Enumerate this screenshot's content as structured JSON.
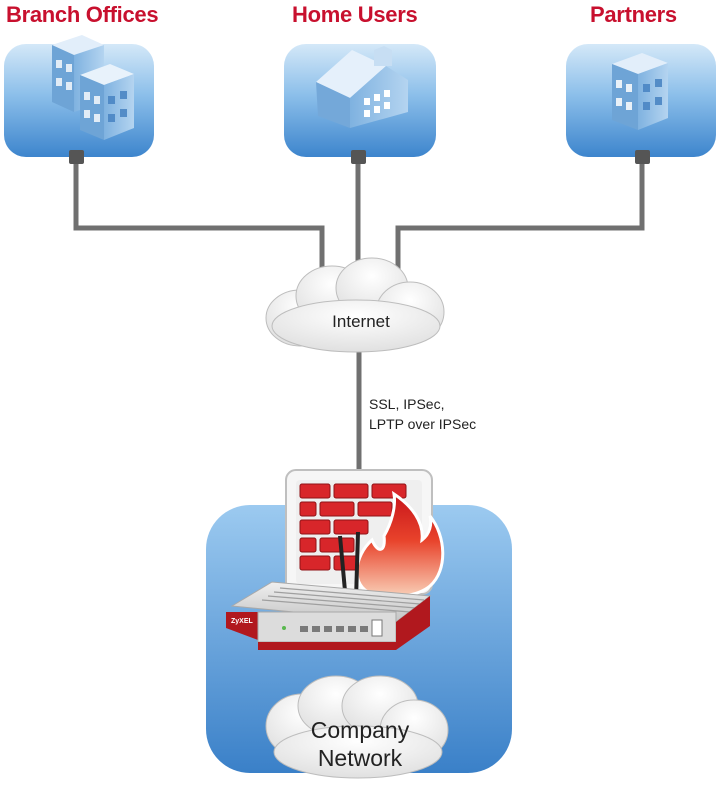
{
  "sites": {
    "branch": {
      "title": "Branch Offices",
      "icon": "office-buildings-icon"
    },
    "home": {
      "title": "Home Users",
      "icon": "house-icon"
    },
    "partners": {
      "title": "Partners",
      "icon": "office-building-icon"
    }
  },
  "internet": {
    "label": "Internet"
  },
  "vpn_link": {
    "line1": "SSL, IPSec,",
    "line2": "LPTP over IPSec"
  },
  "gateway": {
    "brand": "ZyXEL",
    "icons": [
      "firewall-icon",
      "flame-icon",
      "router-icon"
    ]
  },
  "company": {
    "line1": "Company",
    "line2": "Network"
  },
  "colors": {
    "title_red": "#c8102e",
    "panel_top": "#cfe4f7",
    "panel_bottom": "#3f88cf",
    "connector": "#707070",
    "brick": "#d8262a",
    "device_body": "#d9d9d9",
    "device_front": "#b1181e"
  }
}
